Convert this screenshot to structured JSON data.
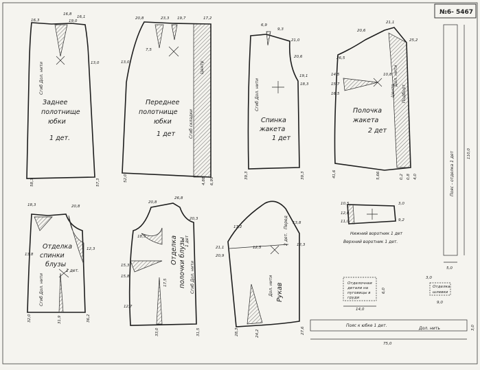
{
  "stamp": "№6- 5467",
  "pieces": {
    "back_skirt": {
      "title": [
        "Заднее",
        "полотнище",
        "юбки"
      ],
      "count": "1 дет.",
      "grain": "Сгиб  Дол. нити",
      "dims": [
        "16,3",
        "16,8",
        "19,0",
        "16,1",
        "13,0",
        "58,3",
        "57,3"
      ]
    },
    "front_skirt": {
      "title": [
        "Переднее",
        "полотнище",
        "юбки"
      ],
      "count": "1 дет",
      "grain": "Сгиб складки",
      "center": "Центр",
      "dims": [
        "20,8",
        "23,3",
        "19,7",
        "17,2",
        "7,5",
        "13,0",
        "52,0",
        "4,88",
        "6,99"
      ]
    },
    "back_jacket": {
      "title": [
        "Спинка",
        "жакета"
      ],
      "count": "1 дет",
      "grain": "Сгиб  Дол. нити",
      "dims": [
        "6,9",
        "9,3",
        "21,0",
        "20,6",
        "19,1",
        "18,3",
        "39,3",
        "39,3"
      ]
    },
    "front_jacket": {
      "title": [
        "Полочка",
        "жакета"
      ],
      "count": "2 дет",
      "grain": "Дол. нити",
      "center": "Центр",
      "fold": "Подборт",
      "dims": [
        "20,6",
        "21,1",
        "26,5",
        "14,5",
        "15,7",
        "16,5",
        "10,8",
        "25,2",
        "41,6",
        "5,66",
        "0,2",
        "0,8",
        "4,0"
      ]
    },
    "back_trim": {
      "title": [
        "Отделка",
        "спинки",
        "блузы"
      ],
      "count": "1 дет.",
      "grain": "Сгиб  Дол. нити",
      "dims": [
        "18,3",
        "20,8",
        "13,8",
        "12,3",
        "32,0",
        "31,9",
        "36,2"
      ]
    },
    "front_trim": {
      "title": [
        "Отделка",
        "полочки блузы"
      ],
      "count": "1 дет",
      "grain": "Сгиб  Дол. нити",
      "dims": [
        "20,8",
        "26,8",
        "20,3",
        "18,5",
        "15,3",
        "15,8",
        "12,7",
        "17,5",
        "33,0",
        "31,5"
      ]
    },
    "sleeve": {
      "title": [
        "Рукав"
      ],
      "count": "2 дет.",
      "grain": "Дол. нити",
      "fold": "Перед",
      "dims": [
        "17,2",
        "13,8",
        "21,1",
        "20,9",
        "12,5",
        "12,3",
        "28,3",
        "24,2",
        "27,6"
      ]
    },
    "collar": {
      "title": [
        "Нижний воротник 1 дет",
        "Верхний воротник 1 дет."
      ],
      "dims": [
        "10,5",
        "12,0",
        "11,0",
        "3,0",
        "9,2"
      ]
    },
    "sleeve_trim": {
      "title": [
        "Отделочная",
        "детали на",
        "пуговицы в",
        "груди"
      ],
      "dims": [
        "14,0",
        "6,0"
      ]
    },
    "cuff_trim": {
      "title": [
        "Отделка",
        "шлевки"
      ],
      "dims": [
        "9,0",
        "3,0"
      ]
    },
    "belt_trim": {
      "title": "Пояс - отделка  1 дет",
      "width": "5,0",
      "length": "110,0"
    },
    "skirt_belt": {
      "title": "Пояс к юбке  1 дет.",
      "grain": "Дол. нить",
      "length": "75,0",
      "width": "3,0"
    }
  }
}
